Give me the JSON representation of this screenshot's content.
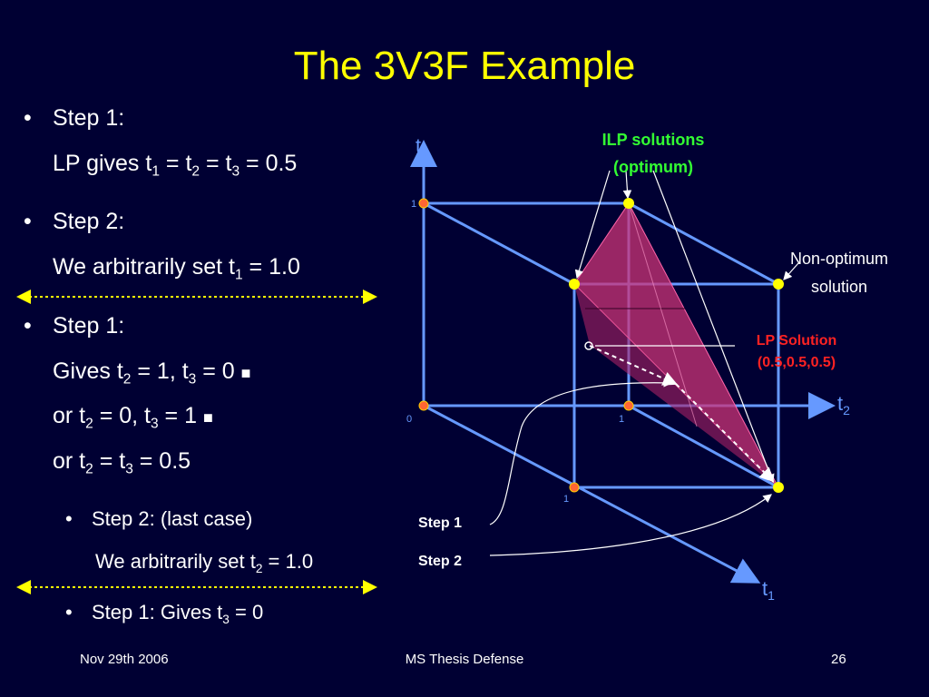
{
  "title": "The 3V3F Example",
  "bullets": {
    "b1_head": "Step 1:",
    "b1_line": {
      "a": "LP gives t",
      "s1": "1",
      "b": " = t",
      "s2": "2",
      "c": " = t",
      "s3": "3",
      "d": " = 0.5"
    },
    "b2_head": "Step 2:",
    "b2_line": {
      "a": "We arbitrarily set t",
      "s1": "1",
      "b": " = 1.0"
    },
    "b3_head": "Step 1:",
    "b3_line1": {
      "a": "Gives t",
      "s1": "2",
      "b": " = 1, t",
      "s2": "3",
      "c": " = 0 ",
      "mark": "■"
    },
    "b3_line2": {
      "a": "or t",
      "s1": "2",
      "b": " = 0, t",
      "s2": "3",
      "c": " = 1 ",
      "mark": "■"
    },
    "b3_line3": {
      "a": "or t",
      "s1": "2",
      "b": " = t",
      "s2": "3",
      "c": " = 0.5"
    },
    "b4_head": "Step 2: (last case)",
    "b4_line": {
      "a": "We arbitrarily set t",
      "s1": "2",
      "b": " = 1.0"
    },
    "b5_line": {
      "a": "Step 1: Gives t",
      "s1": "3",
      "b": " = 0"
    }
  },
  "diagram": {
    "axis_t3": {
      "t": "t",
      "sub": "3"
    },
    "axis_t2": {
      "t": "t",
      "sub": "2"
    },
    "axis_t1": {
      "t": "t",
      "sub": "1"
    },
    "tick_origin": "0",
    "tick_t3": "1",
    "tick_t2": "1",
    "tick_t1": "1",
    "ilp_label_1": "ILP solutions",
    "ilp_label_2": "(optimum)",
    "nonopt_1": "Non-optimum",
    "nonopt_2": "solution",
    "lp_label_1": "LP Solution",
    "lp_label_2": "(0.5,0.5,0.5)",
    "step1_label": "Step 1",
    "step2_label": "Step 2"
  },
  "colors": {
    "background": "#000033",
    "title": "#ffff00",
    "cube_edge": "#6699ff",
    "ilp_label": "#33ff33",
    "lp_label": "#ff2222",
    "vertex": "#ffff00",
    "separator": "#ffff00"
  },
  "footer": {
    "date": "Nov 29th 2006",
    "center": "MS Thesis Defense",
    "page": "26"
  }
}
